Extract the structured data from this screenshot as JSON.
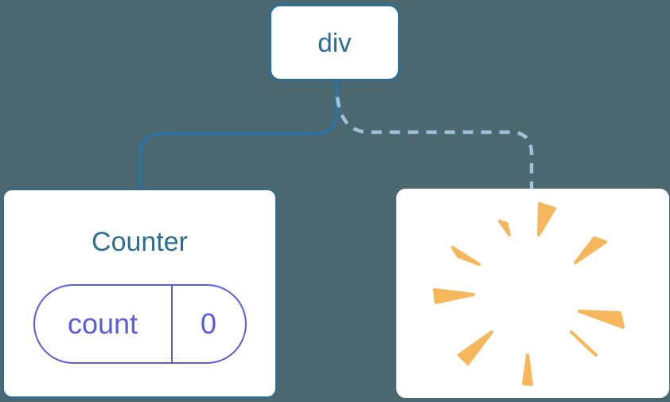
{
  "diagram": {
    "description": "React render tree: div root keeps Counter child with state, other child is removed (poof)",
    "root": {
      "label": "div"
    },
    "children": [
      {
        "title": "Counter",
        "state": {
          "key": "count",
          "value": "0"
        },
        "connector": "solid"
      },
      {
        "title": "",
        "icon": "poof-burst-icon",
        "connector": "dashed"
      }
    ],
    "colors": {
      "background": "#4B6770",
      "node_fill": "#ffffff",
      "node_border_blue": "#2E6D96",
      "solid_line": "#2D73A2",
      "dashed_line": "#9FC2DA",
      "label_blue": "#2B6E91",
      "state_purple": "#5C5CDB",
      "poof_orange": "#F6B75C"
    }
  }
}
